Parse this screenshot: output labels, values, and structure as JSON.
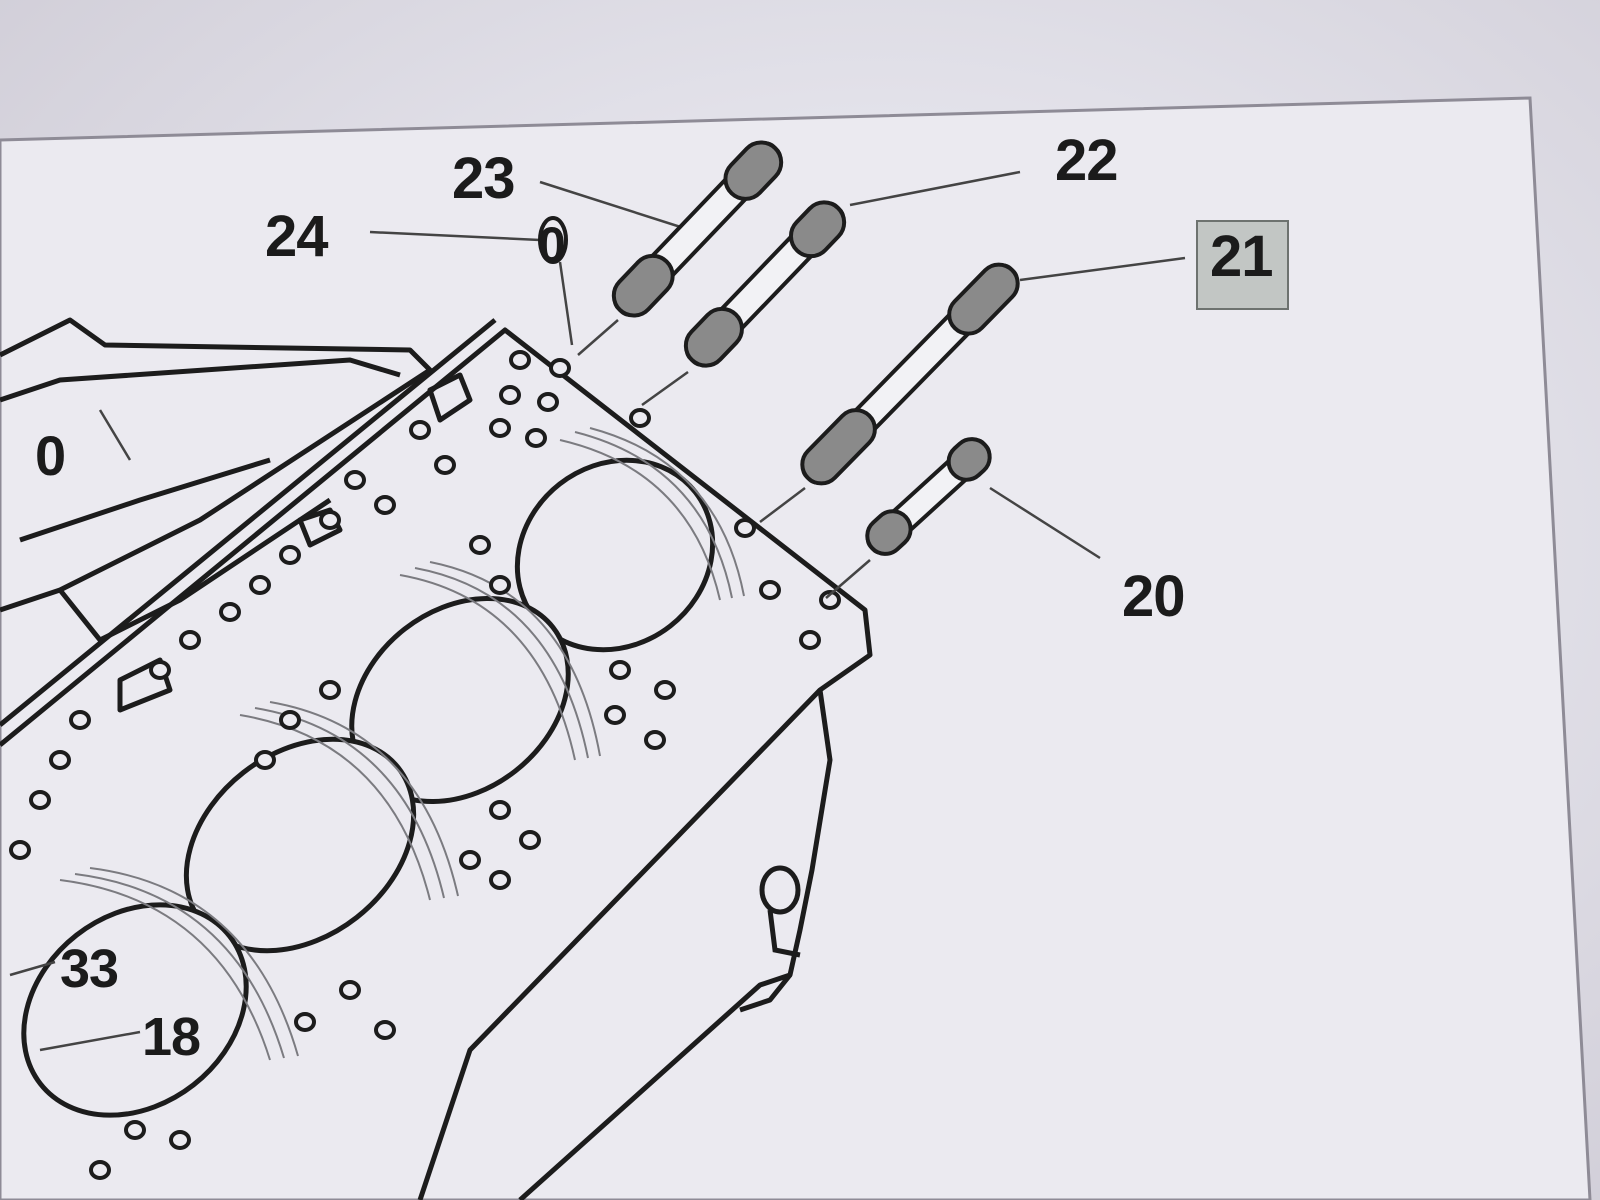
{
  "callouts": {
    "c23": "23",
    "c22": "22",
    "c24": "24",
    "c21": "21",
    "c20": "20",
    "c33": "33",
    "c18": "18",
    "o_top": "0",
    "o_left": "0"
  },
  "selected_callout": "21",
  "colors": {
    "screen_bg": "#e8e7ee",
    "line": "#1c1c1c",
    "highlight_box": "#c2c6c4",
    "stud_thread": "#8a8a8a"
  }
}
